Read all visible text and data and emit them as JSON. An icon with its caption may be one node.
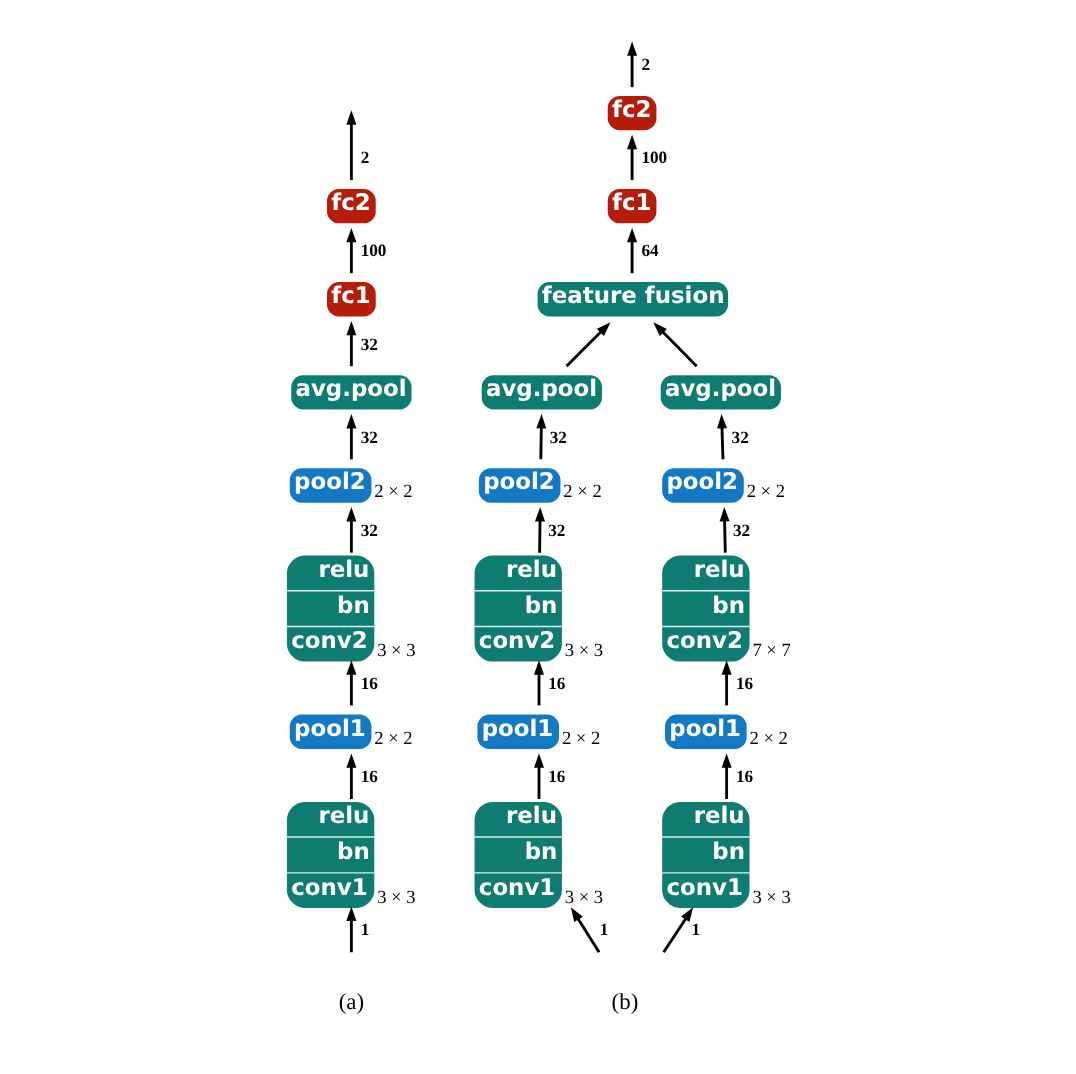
{
  "diagram": {
    "nodes": [
      {
        "text": [
          "relu",
          "bn",
          "conv1"
        ],
        "beside": [
          "3 × 3"
        ]
      },
      {
        "text": [
          "pool1"
        ],
        "beside": [
          "2 × 2"
        ]
      },
      {
        "text": [
          "relu",
          "bn",
          "conv2"
        ],
        "beside": [
          "3 × 3"
        ]
      },
      {
        "text": [
          "pool2"
        ],
        "beside": [
          "2 × 2"
        ]
      },
      {
        "text": [
          "avg.pool"
        ]
      },
      {
        "text": [
          "fc1"
        ]
      },
      {
        "text": [
          "fc2"
        ]
      },
      {
        "text": [
          "relu",
          "bn",
          "conv1"
        ],
        "beside": [
          "3 × 3"
        ]
      },
      {
        "text": [
          "pool1"
        ],
        "beside": [
          "2 × 2"
        ]
      },
      {
        "text": [
          "relu",
          "bn",
          "conv2"
        ],
        "beside": [
          "3 × 3"
        ]
      },
      {
        "text": [
          "pool2"
        ],
        "beside": [
          "2 × 2"
        ]
      },
      {
        "text": [
          "avg.pool"
        ]
      },
      {
        "text": [
          "relu",
          "bn",
          "conv1"
        ],
        "beside": [
          "3 × 3"
        ]
      },
      {
        "text": [
          "pool1"
        ],
        "beside": [
          "2 × 2"
        ]
      },
      {
        "text": [
          "relu",
          "bn",
          "conv2"
        ],
        "beside": [
          "7 × 7"
        ]
      },
      {
        "text": [
          "pool2"
        ],
        "beside": [
          "2 × 2"
        ]
      },
      {
        "text": [
          "avg.pool"
        ]
      },
      {
        "text": [
          "feature fusion"
        ]
      },
      {
        "text": [
          "fc1"
        ]
      },
      {
        "text": [
          "fc2"
        ]
      }
    ],
    "edges": [
      {
        "from": null,
        "to": 0,
        "arrow": "to",
        "label": "1"
      },
      {
        "from": 0,
        "to": 1,
        "arrow": "to",
        "label": "16"
      },
      {
        "from": 1,
        "to": 2,
        "arrow": "to",
        "label": "16"
      },
      {
        "from": 2,
        "to": 3,
        "arrow": "to",
        "label": "32"
      },
      {
        "from": 3,
        "to": 4,
        "arrow": "to",
        "label": "32"
      },
      {
        "from": 4,
        "to": 5,
        "arrow": "to",
        "label": "32"
      },
      {
        "from": 5,
        "to": 6,
        "arrow": "to",
        "label": "100"
      },
      {
        "from": 6,
        "to": null,
        "arrow": "to",
        "label": "2"
      },
      {
        "from": null,
        "to": 7,
        "arrow": "to",
        "label": "1"
      },
      {
        "from": 7,
        "to": 8,
        "arrow": "to",
        "label": "16"
      },
      {
        "from": 8,
        "to": 9,
        "arrow": "to",
        "label": "16"
      },
      {
        "from": 9,
        "to": 10,
        "arrow": "to",
        "label": "32"
      },
      {
        "from": 10,
        "to": 11,
        "arrow": "to",
        "label": "32"
      },
      {
        "from": 11,
        "to": 17,
        "arrow": "to"
      },
      {
        "from": null,
        "to": 12,
        "arrow": "to",
        "label": "1"
      },
      {
        "from": 12,
        "to": 13,
        "arrow": "to",
        "label": "16"
      },
      {
        "from": 13,
        "to": 14,
        "arrow": "to",
        "label": "16"
      },
      {
        "from": 14,
        "to": 15,
        "arrow": "to",
        "label": "32"
      },
      {
        "from": 15,
        "to": 16,
        "arrow": "to",
        "label": "32"
      },
      {
        "from": 16,
        "to": 17,
        "arrow": "to"
      },
      {
        "from": 17,
        "to": 18,
        "arrow": "to",
        "label": "64"
      },
      {
        "from": 18,
        "to": 19,
        "arrow": "to",
        "label": "100"
      },
      {
        "from": 19,
        "to": null,
        "arrow": "to",
        "label": "2"
      }
    ],
    "labels": [
      "(a)",
      "(b)"
    ]
  }
}
